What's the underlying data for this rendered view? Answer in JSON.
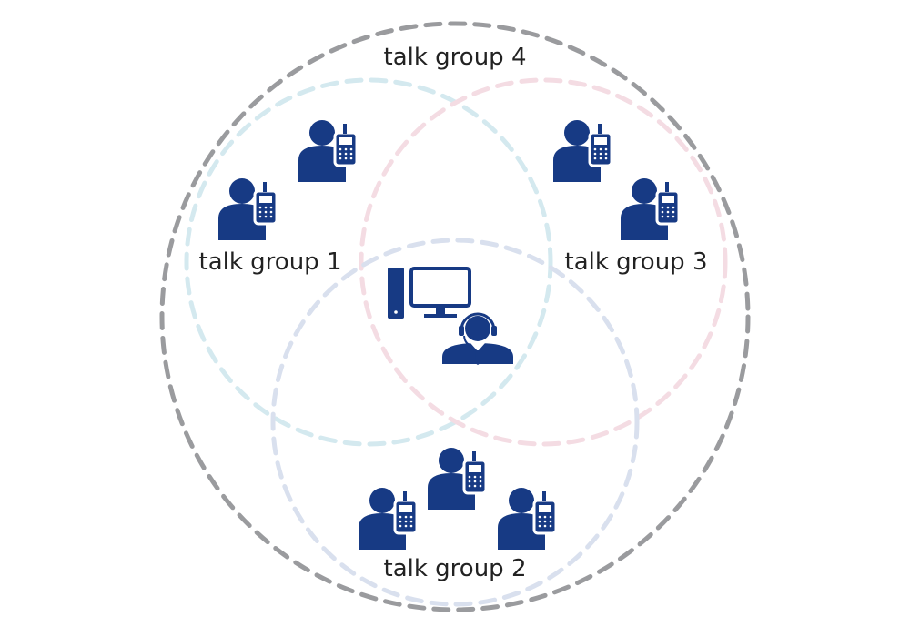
{
  "groups": [
    {
      "id": 1,
      "label": "talk group 1",
      "color": "#d4e9ef"
    },
    {
      "id": 2,
      "label": "talk group 2",
      "color": "#d9e0ee"
    },
    {
      "id": 3,
      "label": "talk group 3",
      "color": "#f4dce3"
    },
    {
      "id": 4,
      "label": "talk group 4",
      "color": "#9a9b9e"
    }
  ],
  "icons": {
    "user_color": "#173a84",
    "radio_user_icon": "person-with-radio-icon",
    "dispatcher_icon": "dispatcher-with-headset-icon",
    "computer_icon": "desktop-computer-icon"
  },
  "members": {
    "group_1": 2,
    "group_2": 3,
    "group_3": 2,
    "dispatchers": 1
  }
}
